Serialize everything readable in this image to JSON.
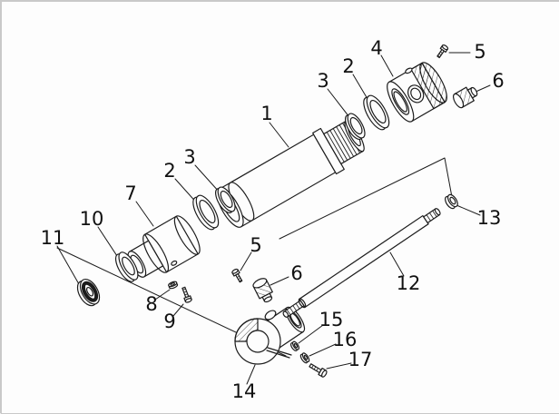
{
  "figure": {
    "type": "exploded-parts-diagram",
    "background": "#fdfdfd",
    "line_color": "#1b1b1b"
  },
  "labels": [
    {
      "id": "1",
      "text": "1"
    },
    {
      "id": "2a",
      "text": "2"
    },
    {
      "id": "3a",
      "text": "3"
    },
    {
      "id": "4",
      "text": "4"
    },
    {
      "id": "5a",
      "text": "5"
    },
    {
      "id": "6a",
      "text": "6"
    },
    {
      "id": "3b",
      "text": "3"
    },
    {
      "id": "2b",
      "text": "2"
    },
    {
      "id": "7",
      "text": "7"
    },
    {
      "id": "10",
      "text": "10"
    },
    {
      "id": "11",
      "text": "11"
    },
    {
      "id": "8",
      "text": "8"
    },
    {
      "id": "9",
      "text": "9"
    },
    {
      "id": "5b",
      "text": "5"
    },
    {
      "id": "6b",
      "text": "6"
    },
    {
      "id": "12",
      "text": "12"
    },
    {
      "id": "13",
      "text": "13"
    },
    {
      "id": "14",
      "text": "14"
    },
    {
      "id": "15",
      "text": "15"
    },
    {
      "id": "16",
      "text": "16"
    },
    {
      "id": "17",
      "text": "17"
    }
  ]
}
